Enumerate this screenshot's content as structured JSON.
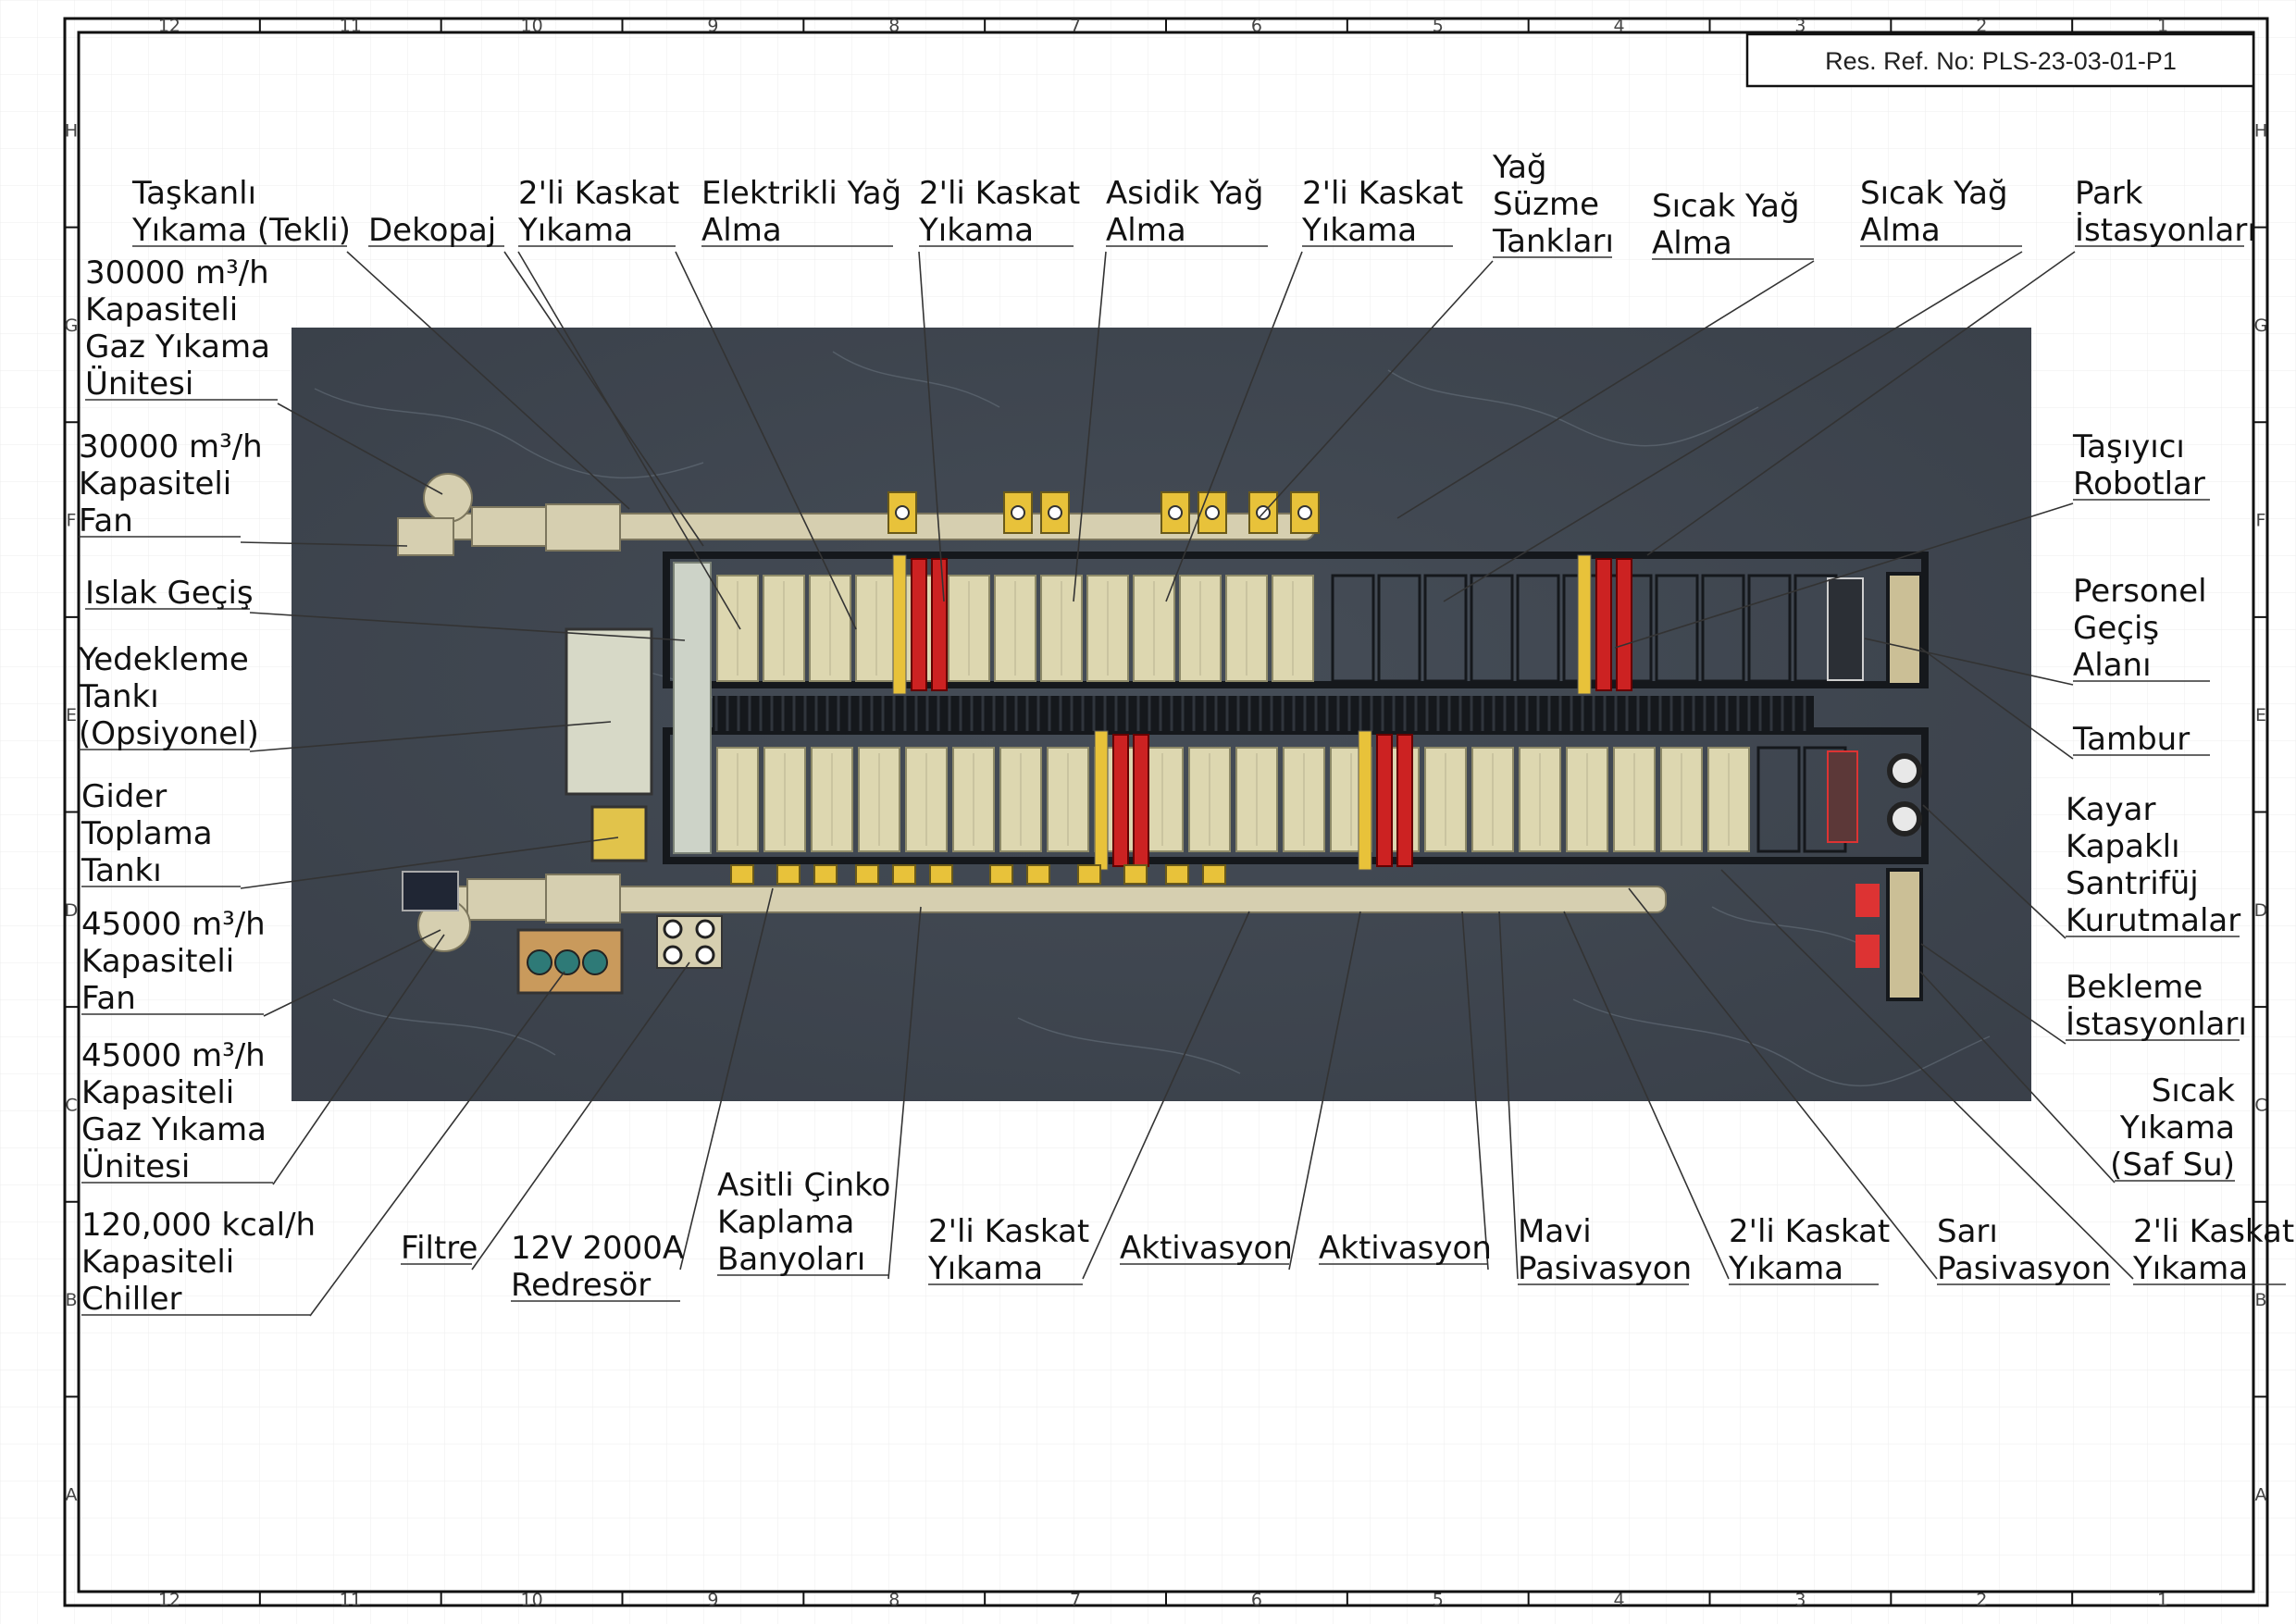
{
  "reference_box": {
    "text": "Res. Ref. No: PLS-23-03-01-P1"
  },
  "border_zones": {
    "columns": [
      "12",
      "11",
      "10",
      "9",
      "8",
      "7",
      "6",
      "5",
      "4",
      "3",
      "2",
      "1"
    ],
    "rows": [
      "H",
      "G",
      "F",
      "E",
      "D",
      "C",
      "B",
      "A"
    ]
  },
  "colors": {
    "floor": "#3f4650",
    "tank": "#ddd7b0",
    "tank_edge": "#8e8a68",
    "frame": "#111418",
    "robot": "#cc2222",
    "rectifier": "#e8c23a",
    "duct": "#d6cfb0"
  },
  "callouts": {
    "top": [
      {
        "lines": [
          "Taşkanlı",
          "Yıkama (Tekli)"
        ]
      },
      {
        "lines": [
          "Dekopaj"
        ]
      },
      {
        "lines": [
          "2'li Kaskat",
          "Yıkama"
        ]
      },
      {
        "lines": [
          "Elektrikli Yağ",
          "Alma"
        ]
      },
      {
        "lines": [
          "2'li Kaskat",
          "Yıkama"
        ]
      },
      {
        "lines": [
          "Asidik Yağ",
          "Alma"
        ]
      },
      {
        "lines": [
          "2'li Kaskat",
          "Yıkama"
        ]
      },
      {
        "lines": [
          "Yağ",
          "Süzme",
          "Tankları"
        ]
      },
      {
        "lines": [
          "Sıcak Yağ",
          "Alma"
        ]
      },
      {
        "lines": [
          "Sıcak Yağ",
          "Alma"
        ]
      },
      {
        "lines": [
          "Park",
          "İstasyonları"
        ]
      }
    ],
    "left": [
      {
        "lines": [
          "30000 m³/h",
          "Kapasiteli",
          "Gaz Yıkama",
          "Ünitesi"
        ]
      },
      {
        "lines": [
          "30000 m³/h",
          "Kapasiteli",
          "Fan"
        ]
      },
      {
        "lines": [
          "Islak Geçiş"
        ]
      },
      {
        "lines": [
          "Yedekleme",
          "Tankı",
          "(Opsiyonel)"
        ]
      },
      {
        "lines": [
          "Gider",
          "Toplama",
          "Tankı"
        ]
      },
      {
        "lines": [
          "45000 m³/h",
          "Kapasiteli",
          "Fan"
        ]
      },
      {
        "lines": [
          "45000 m³/h",
          "Kapasiteli",
          "Gaz Yıkama",
          "Ünitesi"
        ]
      },
      {
        "lines": [
          "120,000 kcal/h",
          "Kapasiteli",
          "Chiller"
        ]
      }
    ],
    "right": [
      {
        "lines": [
          "Taşıyıcı",
          "Robotlar"
        ]
      },
      {
        "lines": [
          "Personel",
          "Geçiş",
          "Alanı"
        ]
      },
      {
        "lines": [
          "Tambur"
        ]
      },
      {
        "lines": [
          "Kayar",
          "Kapaklı",
          "Santrifüj",
          "Kurutmalar"
        ]
      },
      {
        "lines": [
          "Bekleme",
          "İstasyonları"
        ]
      },
      {
        "lines": [
          "Sıcak",
          "Yıkama",
          "(Saf Su)"
        ]
      }
    ],
    "bottom": [
      {
        "lines": [
          "Filtre"
        ]
      },
      {
        "lines": [
          "12V 2000A",
          "Redresör"
        ]
      },
      {
        "lines": [
          "Asitli Çinko",
          "Kaplama",
          "Banyoları"
        ]
      },
      {
        "lines": [
          "2'li Kaskat",
          "Yıkama"
        ]
      },
      {
        "lines": [
          "Aktivasyon"
        ]
      },
      {
        "lines": [
          "Aktivasyon"
        ]
      },
      {
        "lines": [
          "Mavi",
          "Pasivasyon"
        ]
      },
      {
        "lines": [
          "2'li Kaskat",
          "Yıkama"
        ]
      },
      {
        "lines": [
          "Sarı",
          "Pasivasyon"
        ]
      },
      {
        "lines": [
          "2'li Kaskat",
          "Yıkama"
        ]
      }
    ]
  }
}
